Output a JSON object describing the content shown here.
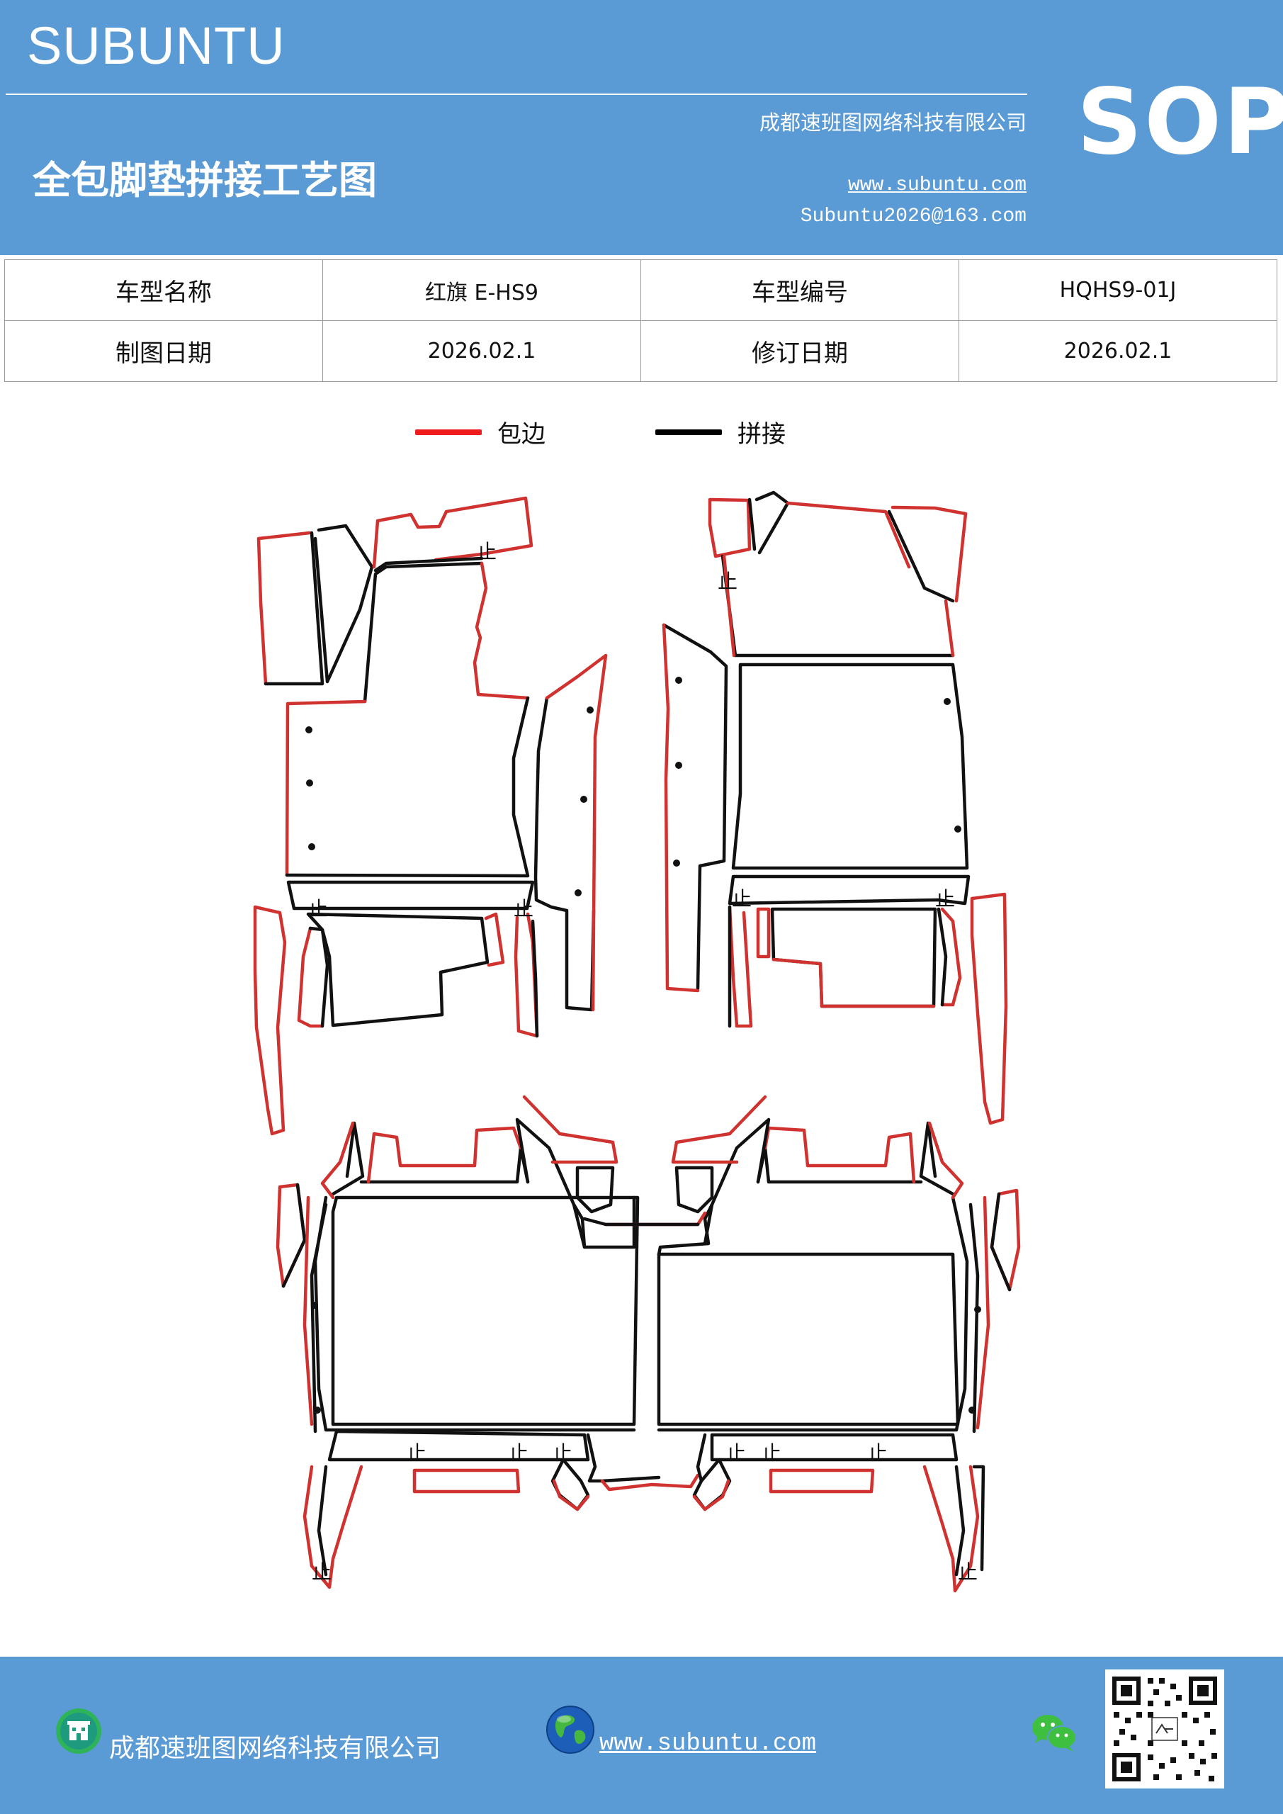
{
  "header": {
    "brand": "SUBUNTU",
    "company": "成都速班图网络科技有限公司",
    "title": "全包脚垫拼接工艺图",
    "website": "www.subuntu.com",
    "email": "Subuntu2026@163.com",
    "sop": "SOP"
  },
  "info_table": {
    "rows": [
      {
        "label1": "车型名称",
        "value1": "红旗 E-HS9",
        "label2": "车型编号",
        "value2": "HQHS9-01J"
      },
      {
        "label1": "制图日期",
        "value1": "2026.02.1",
        "label2": "修订日期",
        "value2": "2026.02.1"
      }
    ]
  },
  "legend": {
    "items": [
      {
        "label": "包边",
        "color": "#ee1c1c"
      },
      {
        "label": "拼接",
        "color": "#000000"
      }
    ]
  },
  "drawing": {
    "stop_mark": "止",
    "edge_color": "#d0322f",
    "seam_color": "#111111"
  },
  "footer": {
    "company": "成都速班图网络科技有限公司",
    "website": "www.subuntu.com"
  },
  "icons": {
    "company_icon": "building-icon",
    "web_icon": "globe-icon",
    "social_icon": "wechat-icon",
    "qr": "qr-code-icon"
  },
  "colors": {
    "header_bg": "#5b9bd5",
    "footer_bg": "#5b9bd5"
  }
}
